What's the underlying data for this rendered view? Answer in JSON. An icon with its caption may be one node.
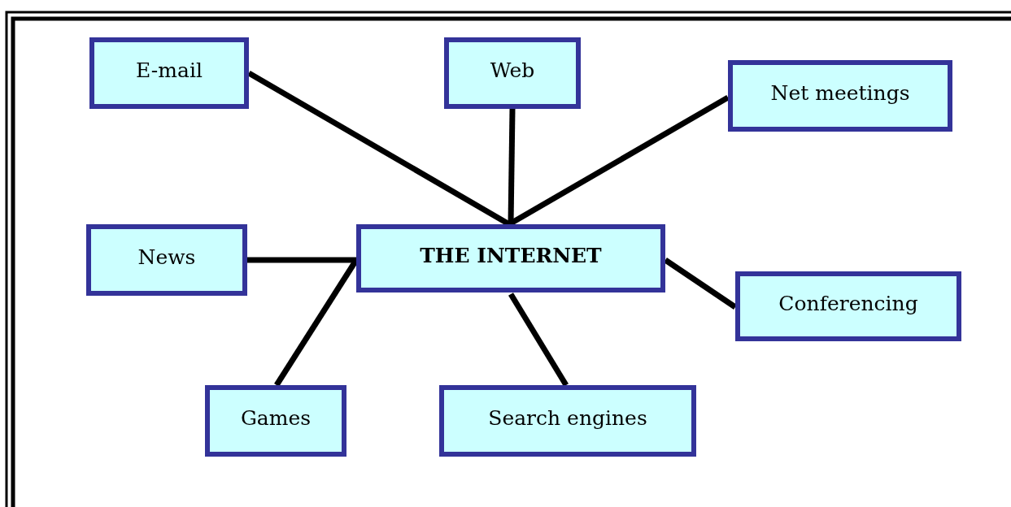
{
  "diagram": {
    "nodes": [
      {
        "text": [
          "THE INTERNET"
        ]
      },
      {
        "text": [
          "E-mail"
        ]
      },
      {
        "text": [
          "Web"
        ]
      },
      {
        "text": [
          "Net meetings"
        ]
      },
      {
        "text": [
          "News"
        ]
      },
      {
        "text": [
          "Conferencing"
        ]
      },
      {
        "text": [
          "Games"
        ]
      },
      {
        "text": [
          "Search engines"
        ]
      }
    ],
    "edges": [
      {
        "from": 0,
        "to": 1,
        "arrow": "none"
      },
      {
        "from": 0,
        "to": 2,
        "arrow": "none"
      },
      {
        "from": 0,
        "to": 3,
        "arrow": "none"
      },
      {
        "from": 0,
        "to": 4,
        "arrow": "none"
      },
      {
        "from": 0,
        "to": 6,
        "arrow": "none"
      },
      {
        "from": 0,
        "to": 7,
        "arrow": "none"
      },
      {
        "from": 0,
        "to": 5,
        "arrow": "none"
      }
    ]
  }
}
